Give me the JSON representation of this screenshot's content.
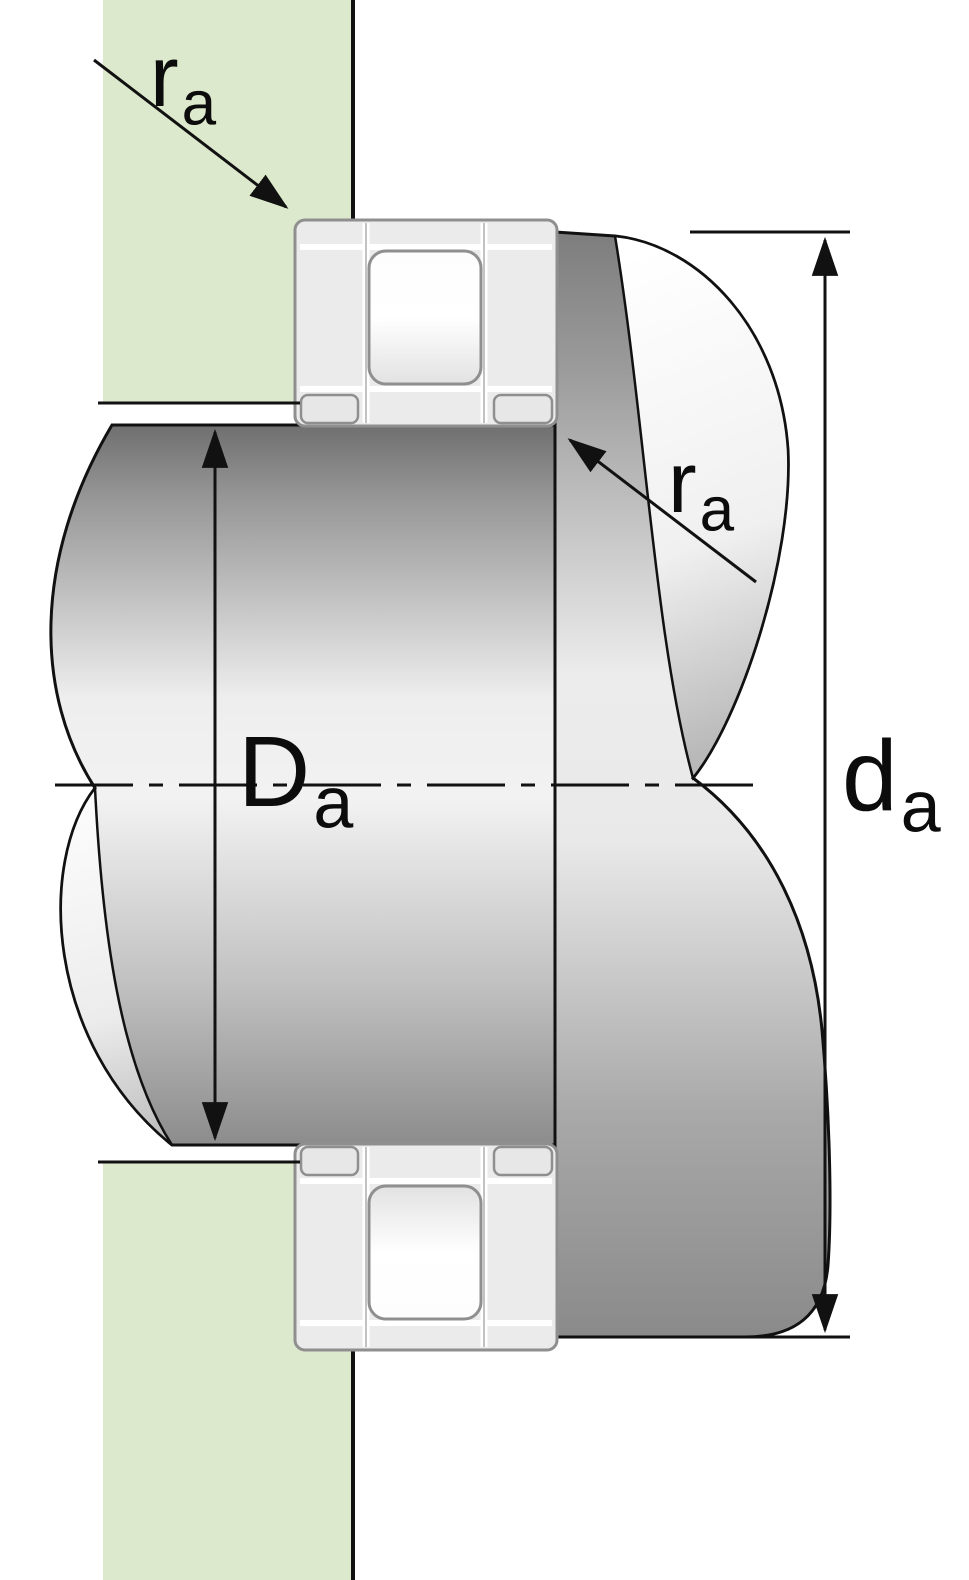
{
  "diagram": {
    "labels": {
      "ra_top": {
        "main": "r",
        "sub": "a"
      },
      "ra_mid": {
        "main": "r",
        "sub": "a"
      },
      "Da": {
        "main": "D",
        "sub": "a"
      },
      "da": {
        "main": "d",
        "sub": "a"
      }
    },
    "colors": {
      "housing-green": "#dde9cc",
      "outline": "#111111",
      "bearing-fill": "#ebebeb",
      "bearing-stroke": "#8f8f8f",
      "shaft-dark": "#6f6f6f",
      "shaft-light": "#f2f2f2",
      "background": "#ffffff"
    }
  }
}
